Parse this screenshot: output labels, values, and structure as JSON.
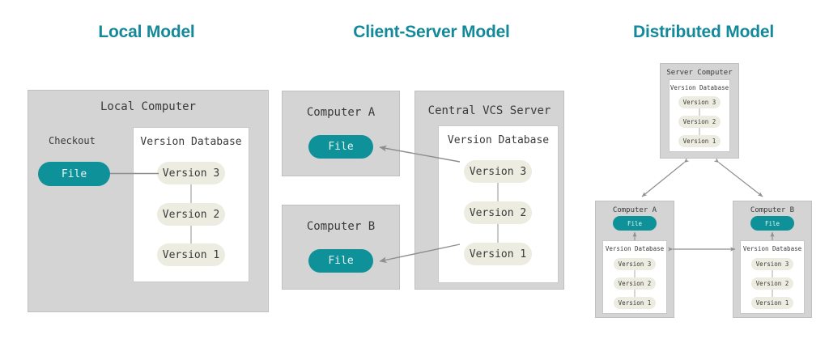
{
  "figure": {
    "kind": "version-control-models-diagram",
    "background": "#ffffff",
    "accent_title_color": "#14899a",
    "file_pill_color": "#0e9199",
    "version_pill_color": "#edece1",
    "panel_gray": "#d4d4d4",
    "inner_white": "#ffffff",
    "connector_gray": "#8e8e8e"
  },
  "sections": [
    {
      "id": "local",
      "title": "Local Model",
      "computer_label": "Local Computer",
      "checkout_label": "Checkout",
      "file_label": "File",
      "database_label": "Version Database",
      "versions": [
        "Version 3",
        "Version 2",
        "Version 1"
      ]
    },
    {
      "id": "client-server",
      "title": "Client-Server Model",
      "client_a_label": "Computer A",
      "client_b_label": "Computer B",
      "file_label": "File",
      "server_label": "Central VCS Server",
      "database_label": "Version Database",
      "versions": [
        "Version 3",
        "Version 2",
        "Version 1"
      ]
    },
    {
      "id": "distributed",
      "title": "Distributed Model",
      "server_label": "Server Computer",
      "client_a_label": "Computer A",
      "client_b_label": "Computer B",
      "file_label": "File",
      "database_label": "Version Database",
      "versions": [
        "Version 3",
        "Version 2",
        "Version 1"
      ]
    }
  ]
}
